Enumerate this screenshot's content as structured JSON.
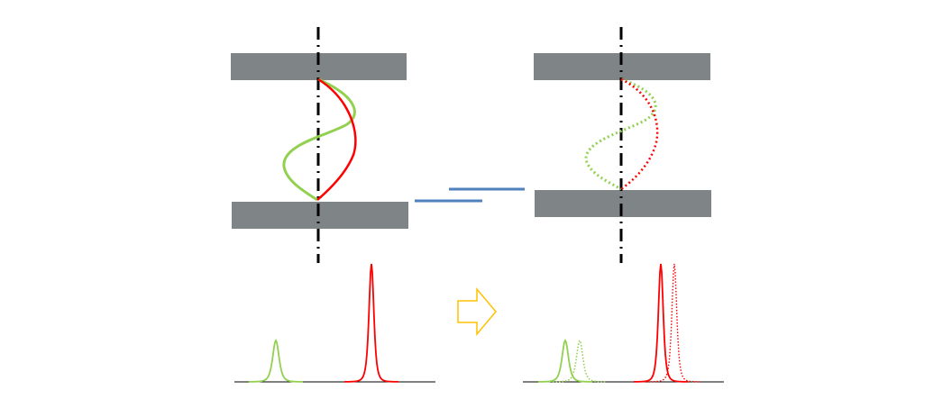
{
  "colors": {
    "plate": "#7f8486",
    "axis": "#000000",
    "mode_green": "#92d050",
    "mode_red": "#ff0000",
    "gap_line": "#4f81bd",
    "arrow": "#ffc000",
    "baseline": "#000000"
  },
  "panels": [
    {
      "id": "before",
      "line_style": "solid"
    },
    {
      "id": "after",
      "line_style": "dotted"
    }
  ],
  "icons": {
    "transition": "right-arrow-icon"
  }
}
